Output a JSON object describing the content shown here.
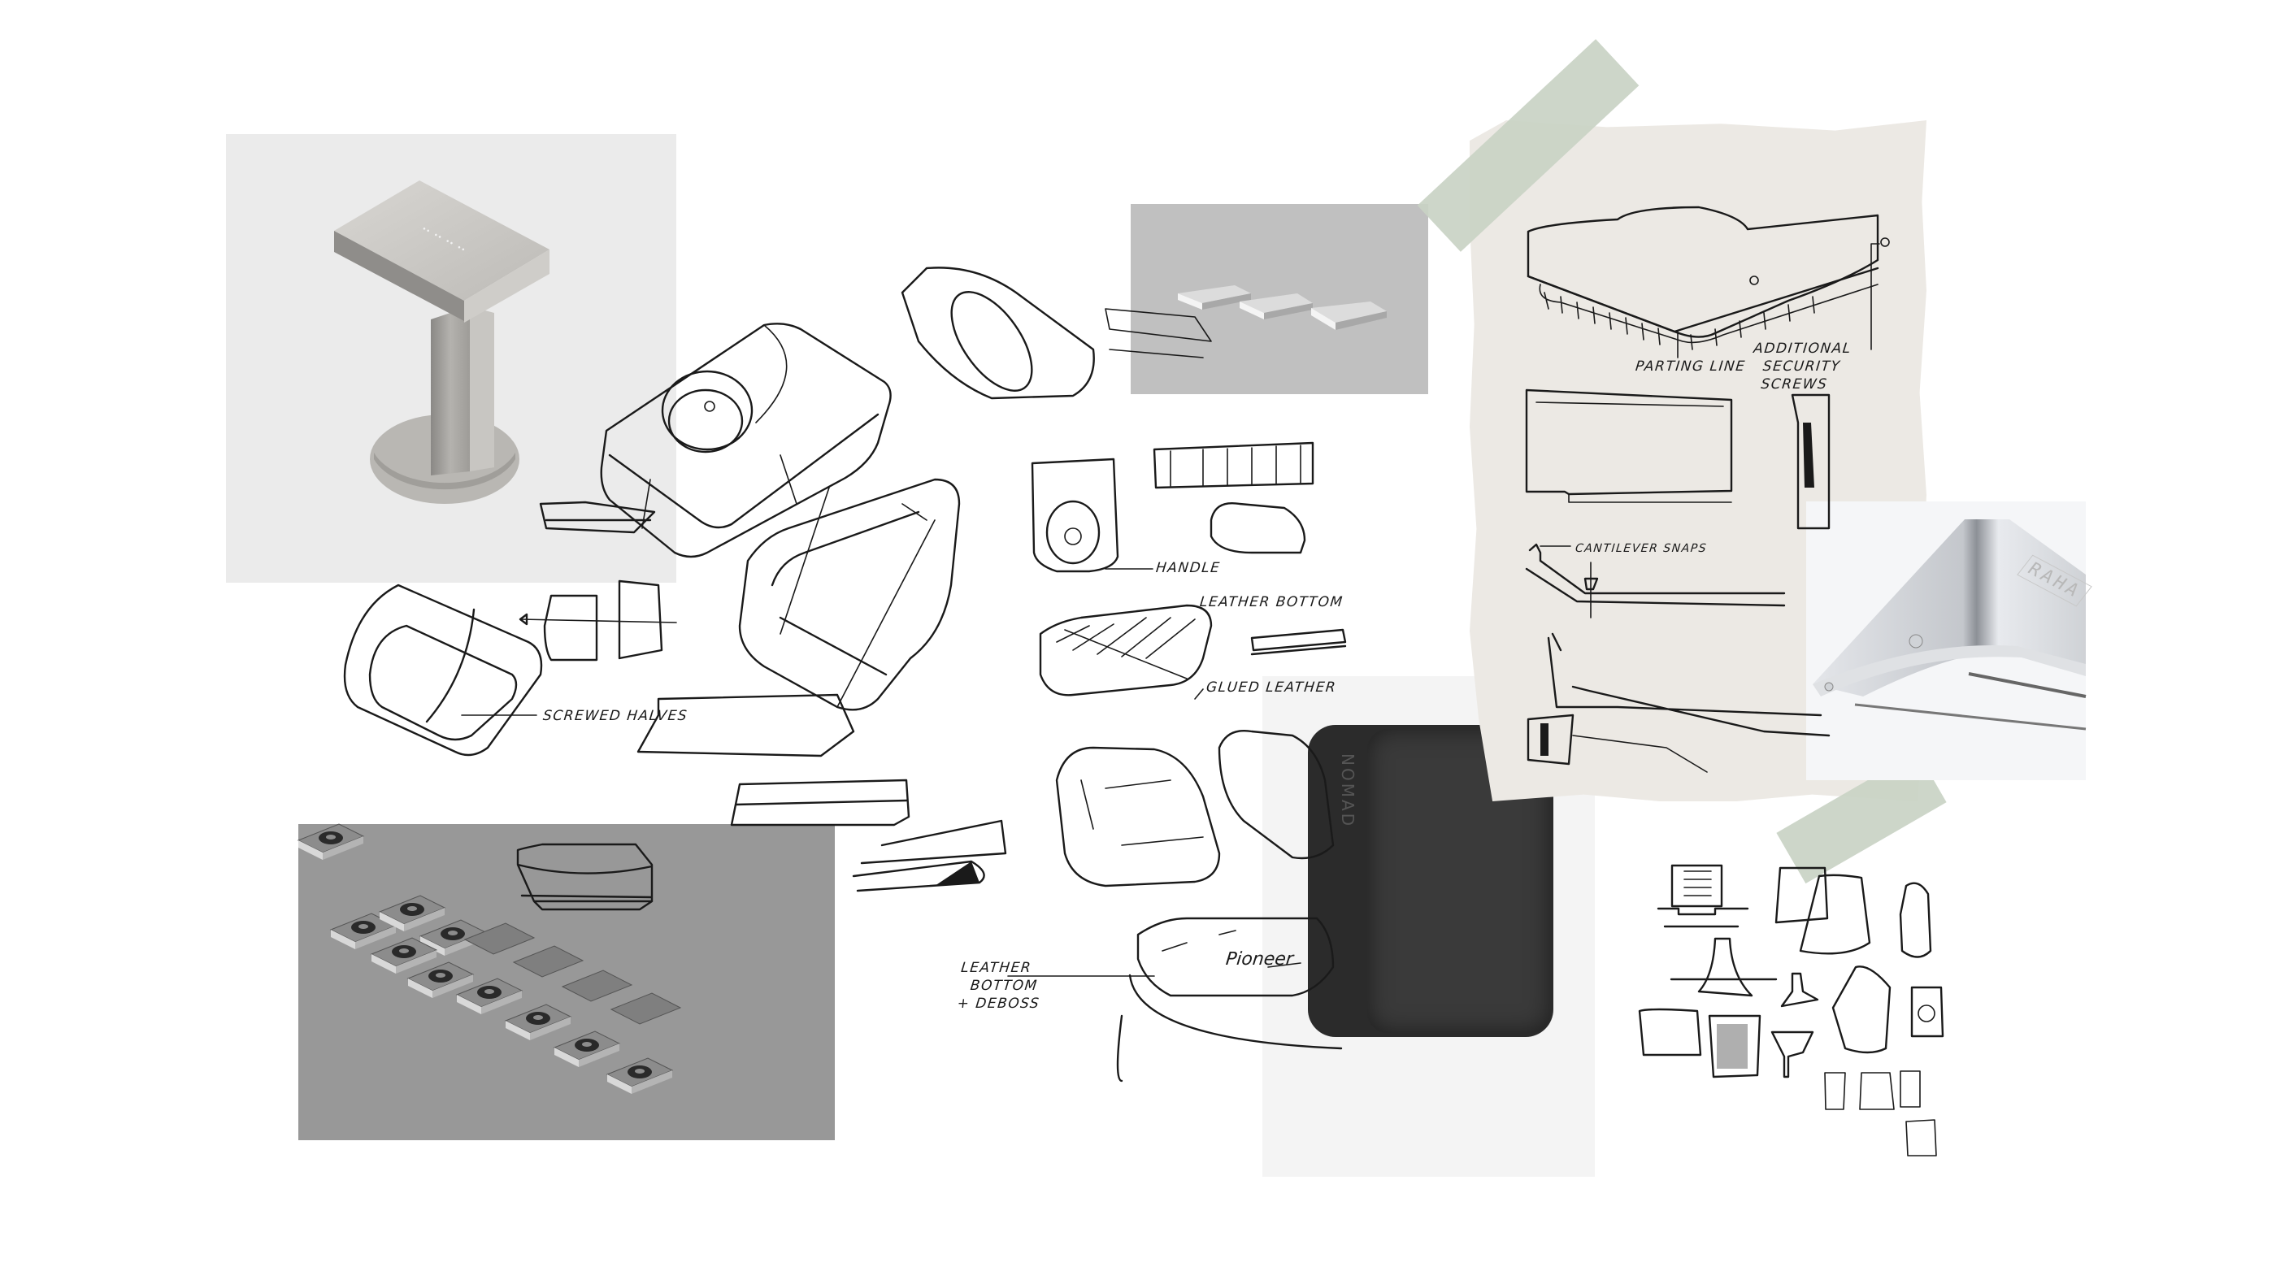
{
  "board": {
    "background": "#ffffff",
    "type": "industrial design mood board / sketch collage"
  },
  "panels": {
    "stand_photo": {
      "label": "Brushed steel stand render",
      "bg": "#ebebeb"
    },
    "pads_render": {
      "label": "Three white pad renders",
      "bg": "#c0c0c0"
    },
    "grid_render": {
      "label": "Grid of puck/pad variations render",
      "bg": "#989898"
    },
    "leather_photo": {
      "label": "Black leather pad product photo",
      "bg": "#f4f4f4",
      "wordmark": "NOMAD"
    },
    "bracket_photo": {
      "label": "Aluminum bracket photo",
      "bg": "#f5f6f8",
      "emboss": "RAHA"
    },
    "torn_paper": {
      "label": "Torn sketch paper",
      "bg": "#ece9e4"
    },
    "tape_color": "#c9d3c4"
  },
  "annotations": {
    "screwed_halves": "Screwed Halves",
    "handle": "Handle",
    "leather_bottom": "Leather Bottom",
    "glued_leather": "Glued Leather",
    "leather_bottom_deboss": "Leather\n  Bottom\n+ Deboss",
    "deboss_script": "Pioneer",
    "parting_line": "Parting Line",
    "additional_security_screws": "Additional\n  Security\n  Screws",
    "cantilever_snaps": "Cantilever Snaps"
  }
}
